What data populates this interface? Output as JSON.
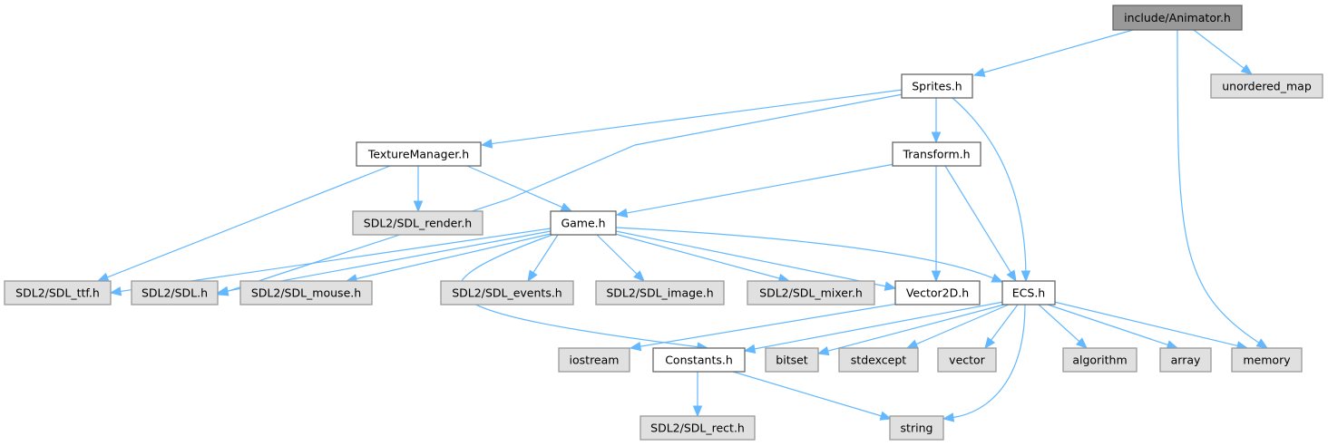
{
  "graph": {
    "nodes": [
      {
        "id": "animator",
        "label": "include/Animator.h",
        "kind": "root"
      },
      {
        "id": "sprites",
        "label": "Sprites.h",
        "kind": "proj"
      },
      {
        "id": "unordered_map",
        "label": "unordered_map",
        "kind": "sys"
      },
      {
        "id": "texturemanager",
        "label": "TextureManager.h",
        "kind": "proj"
      },
      {
        "id": "transform",
        "label": "Transform.h",
        "kind": "proj"
      },
      {
        "id": "sdl_render",
        "label": "SDL2/SDL_render.h",
        "kind": "sys"
      },
      {
        "id": "game",
        "label": "Game.h",
        "kind": "proj"
      },
      {
        "id": "sdl_ttf",
        "label": "SDL2/SDL_ttf.h",
        "kind": "sys"
      },
      {
        "id": "sdl",
        "label": "SDL2/SDL.h",
        "kind": "sys"
      },
      {
        "id": "sdl_mouse",
        "label": "SDL2/SDL_mouse.h",
        "kind": "sys"
      },
      {
        "id": "sdl_events",
        "label": "SDL2/SDL_events.h",
        "kind": "sys"
      },
      {
        "id": "sdl_image",
        "label": "SDL2/SDL_image.h",
        "kind": "sys"
      },
      {
        "id": "sdl_mixer",
        "label": "SDL2/SDL_mixer.h",
        "kind": "sys"
      },
      {
        "id": "vector2d",
        "label": "Vector2D.h",
        "kind": "proj"
      },
      {
        "id": "ecs",
        "label": "ECS.h",
        "kind": "proj"
      },
      {
        "id": "iostream",
        "label": "iostream",
        "kind": "sys"
      },
      {
        "id": "constants",
        "label": "Constants.h",
        "kind": "proj"
      },
      {
        "id": "bitset",
        "label": "bitset",
        "kind": "sys"
      },
      {
        "id": "stdexcept",
        "label": "stdexcept",
        "kind": "sys"
      },
      {
        "id": "vector",
        "label": "vector",
        "kind": "sys"
      },
      {
        "id": "algorithm",
        "label": "algorithm",
        "kind": "sys"
      },
      {
        "id": "array",
        "label": "array",
        "kind": "sys"
      },
      {
        "id": "memory",
        "label": "memory",
        "kind": "sys"
      },
      {
        "id": "sdl_rect",
        "label": "SDL2/SDL_rect.h",
        "kind": "sys"
      },
      {
        "id": "string",
        "label": "string",
        "kind": "sys"
      }
    ],
    "edges": [
      [
        "animator",
        "sprites"
      ],
      [
        "animator",
        "unordered_map"
      ],
      [
        "animator",
        "memory"
      ],
      [
        "sprites",
        "texturemanager"
      ],
      [
        "sprites",
        "transform"
      ],
      [
        "sprites",
        "ecs"
      ],
      [
        "sprites",
        "sdl"
      ],
      [
        "texturemanager",
        "sdl_render"
      ],
      [
        "texturemanager",
        "game"
      ],
      [
        "texturemanager",
        "sdl_ttf"
      ],
      [
        "transform",
        "game"
      ],
      [
        "transform",
        "vector2d"
      ],
      [
        "transform",
        "ecs"
      ],
      [
        "game",
        "sdl_ttf"
      ],
      [
        "game",
        "sdl"
      ],
      [
        "game",
        "sdl_mouse"
      ],
      [
        "game",
        "sdl_events"
      ],
      [
        "game",
        "sdl_image"
      ],
      [
        "game",
        "sdl_mixer"
      ],
      [
        "game",
        "vector2d"
      ],
      [
        "game",
        "ecs"
      ],
      [
        "game",
        "constants"
      ],
      [
        "vector2d",
        "iostream"
      ],
      [
        "ecs",
        "constants"
      ],
      [
        "ecs",
        "bitset"
      ],
      [
        "ecs",
        "stdexcept"
      ],
      [
        "ecs",
        "vector"
      ],
      [
        "ecs",
        "algorithm"
      ],
      [
        "ecs",
        "array"
      ],
      [
        "ecs",
        "memory"
      ],
      [
        "ecs",
        "string"
      ],
      [
        "constants",
        "sdl_rect"
      ],
      [
        "constants",
        "string"
      ]
    ],
    "colors": {
      "edge": "#63b8ff",
      "root_fill": "#999999",
      "proj_fill": "#ffffff",
      "sys_fill": "#e0e0e0",
      "border": "#999999"
    }
  }
}
